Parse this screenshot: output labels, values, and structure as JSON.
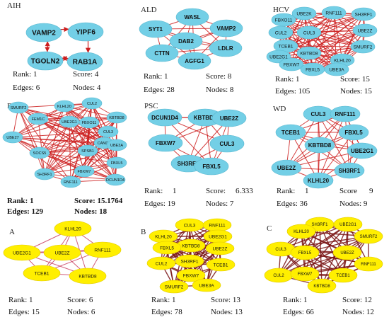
{
  "colors": {
    "node_cyan": "#73cfe6",
    "node_yellow": "#ffef00",
    "edge_red": "#cc1f1f",
    "edge_dark": "#7a1515",
    "edge_pink": "#c94060"
  },
  "panels": [
    {
      "id": "aih",
      "title": "AIH",
      "node_color": "cyan",
      "edge_style": "red_arrows",
      "nodes": [
        "VAMP2",
        "YIPF6",
        "TGOLN2",
        "RAB1A"
      ],
      "stats": {
        "rank_label": "Rank: 1",
        "score_label": "Score: 4",
        "edges_label": "Edges: 6",
        "nodes_label": "Nodes: 4"
      }
    },
    {
      "id": "ald",
      "title": "ALD",
      "node_color": "cyan",
      "edge_style": "red",
      "nodes": [
        "WASL",
        "SYT1",
        "VAMP2",
        "DAB2",
        "LDLR",
        "CTTN",
        "AGFG1"
      ],
      "stats": {
        "rank_label": "Rank: 1",
        "score_label": "Score: 8",
        "edges_label": "Edges: 28",
        "nodes_label": "Nodes: 8"
      }
    },
    {
      "id": "hcv",
      "title": "HCV",
      "node_color": "cyan",
      "edge_style": "red",
      "nodes": [
        "UBE2K",
        "RNF111",
        "SH3RF1",
        "FBXO11",
        "UBE2Z",
        "CUL2",
        "CUL3",
        "TCEB1",
        "SMURF2",
        "UBE2G1",
        "KBTBD8",
        "FBXW7",
        "KLHL20",
        "FBXL5",
        "UBE3A"
      ],
      "stats": {
        "rank_label": "Rank: 1",
        "score_label": "Score: 15",
        "edges_label": "Edges: 105",
        "nodes_label": "Nodes: 15"
      }
    },
    {
      "id": "pbc",
      "title": "PBC",
      "node_color": "cyan",
      "edge_style": "red",
      "nodes": [
        "SMURF2",
        "KLHL20",
        "CUL2",
        "KBTBD8",
        "FEM1C",
        "UBE2G1",
        "FBXO11",
        "CUL3",
        "UBE27",
        "CAND1",
        "UBE3A",
        "SOCS5",
        "SPSB1",
        "FBXL5",
        "SH3RF1",
        "FBXW7",
        "DCUN1D4",
        "RNF111"
      ],
      "stats": {
        "rank_label": "Rank: 1",
        "score_label": "Score: 15.1764",
        "edges_label": "Edges: 129",
        "nodes_label": "Nodes: 18"
      }
    },
    {
      "id": "psc",
      "title": "PSC",
      "node_color": "cyan",
      "edge_style": "red",
      "nodes": [
        "DCUN1D4",
        "KBTBD8",
        "UBE2Z",
        "FBXW7",
        "CUL3",
        "SH3RF1",
        "FBXL5"
      ],
      "stats": {
        "rank_label": "Rank:",
        "rank_value": "1",
        "score_label": "Score:",
        "score_value": "6.333",
        "edges_label": "Edges: 19",
        "nodes_label": "Nodes: 7"
      }
    },
    {
      "id": "wd",
      "title": "WD",
      "node_color": "cyan",
      "edge_style": "red",
      "nodes": [
        "CUL3",
        "RNF111",
        "TCEB1",
        "FBXL5",
        "KBTBD8",
        "UBE2G1",
        "UBE2Z",
        "SH3RF1",
        "KLHL20"
      ],
      "stats": {
        "rank_label": "Rank:",
        "rank_value": "1",
        "score_label": "Score",
        "score_value": "9",
        "edges_label": "Edges: 36",
        "nodes_label": "Nodes: 9"
      }
    },
    {
      "id": "a",
      "title": "A",
      "node_color": "yellow",
      "edge_style": "pink",
      "nodes": [
        "KLHL20",
        "UBE2G1",
        "UBE2Z",
        "RNF111",
        "TCEB1",
        "KBTBD8"
      ],
      "stats": {
        "rank_label": "Rank: 1",
        "score_label": "Score: 6",
        "edges_label": "Edges: 15",
        "nodes_label": "Nodes: 6"
      }
    },
    {
      "id": "b",
      "title": "B",
      "node_color": "yellow",
      "edge_style": "dark",
      "nodes": [
        "CUL3",
        "RNF111",
        "KLHL20",
        "UBE2G1",
        "KBTBD8",
        "FBXL5",
        "UBE2Z",
        "SH3RF1",
        "CUL2",
        "TCEB1",
        "FBXW7",
        "SMURF2",
        "UBE3A"
      ],
      "stats": {
        "rank_label": "Rank: 1",
        "score_label": "Score: 13",
        "edges_label": "Edges: 78",
        "nodes_label": "Nodes: 13"
      }
    },
    {
      "id": "c",
      "title": "C",
      "node_color": "yellow",
      "edge_style": "dark",
      "nodes": [
        "SH3RF1",
        "UBE2G1",
        "KLHL20",
        "SMURF2",
        "CUL3",
        "FBXL5",
        "UBE2Z",
        "CUL2",
        "RNF111",
        "FBXW7",
        "TCEB1",
        "KBTBD8"
      ],
      "stats": {
        "rank_label": "Rank: 1",
        "score_label": "Score: 12",
        "edges_label": "Edges: 66",
        "nodes_label": "Nodes: 12"
      }
    }
  ]
}
